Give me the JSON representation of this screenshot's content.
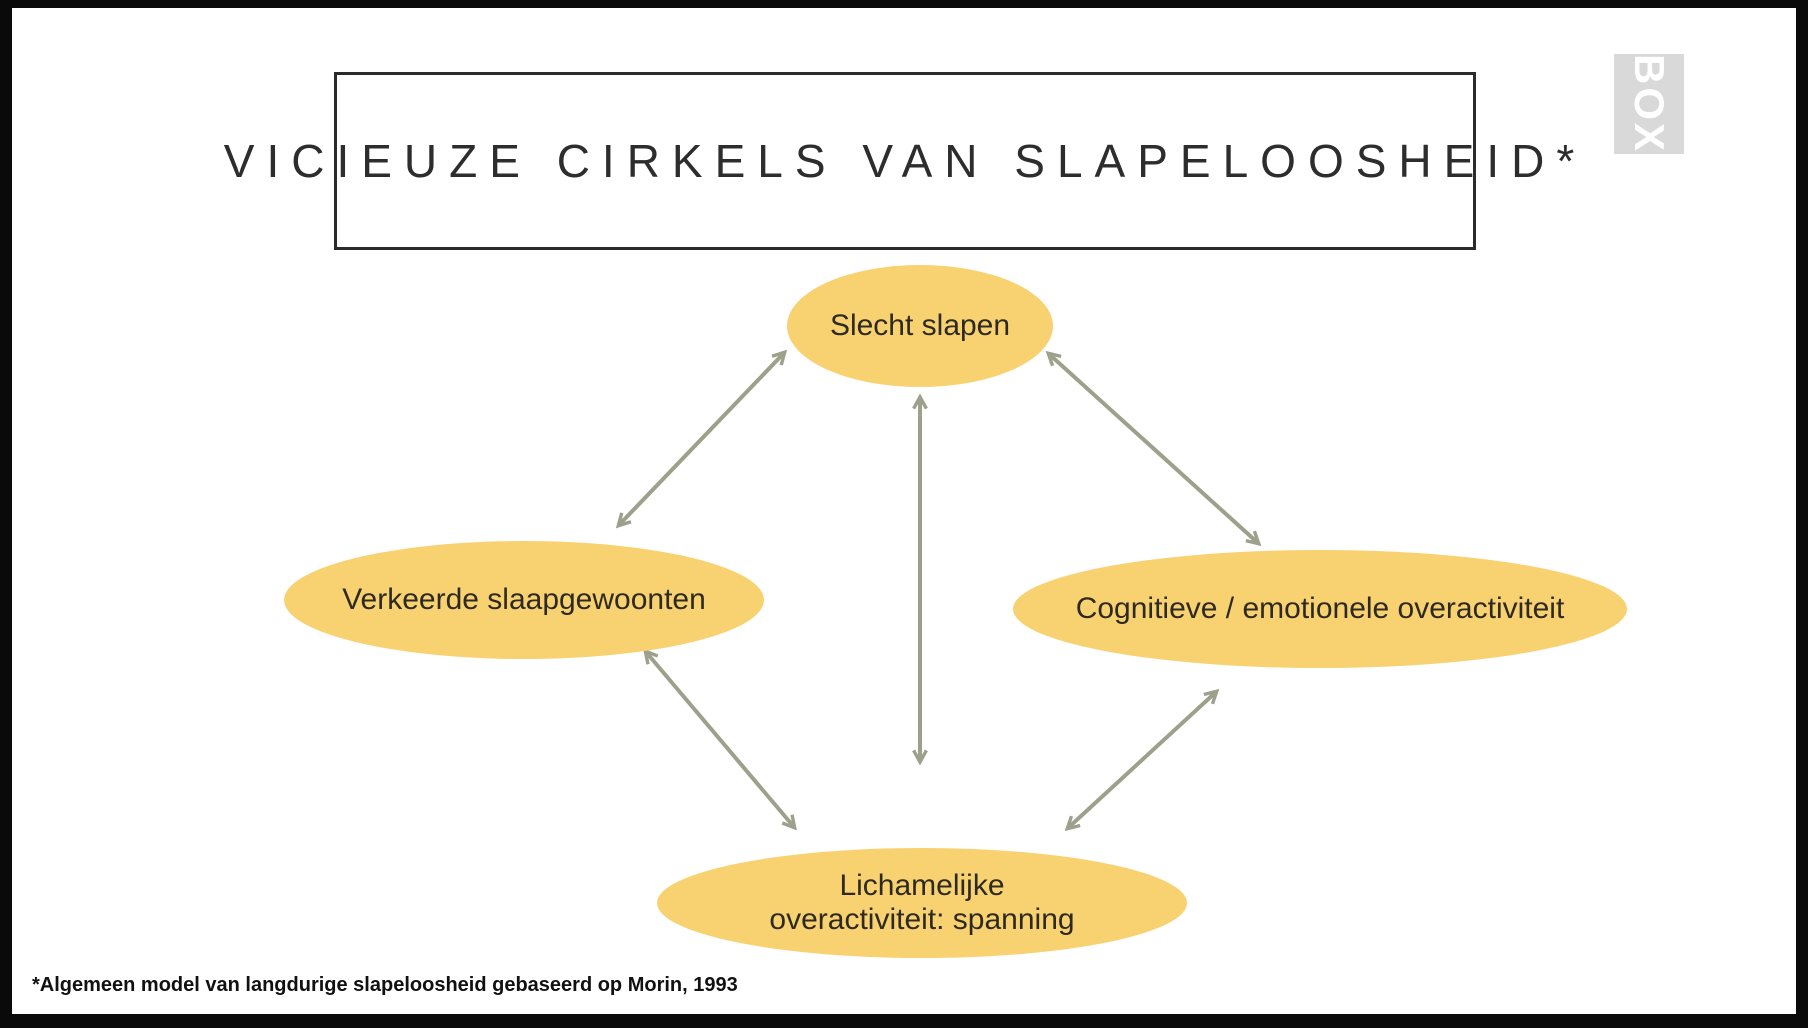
{
  "slide": {
    "title": "VICIEUZE CIRKELS VAN SLAPELOOSHEID*",
    "footnote": "*Algemeen model van langdurige slapeloosheid gebaseerd op Morin, 1993",
    "logo_text": "BOX"
  },
  "nodes": {
    "top": {
      "label": "Slecht slapen"
    },
    "left": {
      "label": "Verkeerde slaapgewoonten"
    },
    "right": {
      "label": "Cognitieve / emotionele overactiviteit"
    },
    "bottom": {
      "label": "Lichamelijke\noveractiviteit: spanning"
    }
  },
  "edges": [
    {
      "from": "left",
      "to": "top",
      "bidirectional": true
    },
    {
      "from": "top",
      "to": "bottom",
      "bidirectional": true
    },
    {
      "from": "top",
      "to": "right",
      "bidirectional": true
    },
    {
      "from": "left",
      "to": "bottom",
      "bidirectional": true
    },
    {
      "from": "right",
      "to": "bottom",
      "bidirectional": true
    }
  ],
  "colors": {
    "ellipse_fill": "#F8D271",
    "arrow": "#9DA18B",
    "node_text": "#2E2A22",
    "title_text": "#2D2D2D",
    "frame_background": "#0A0A0A",
    "slide_background": "#FFFFFF"
  }
}
